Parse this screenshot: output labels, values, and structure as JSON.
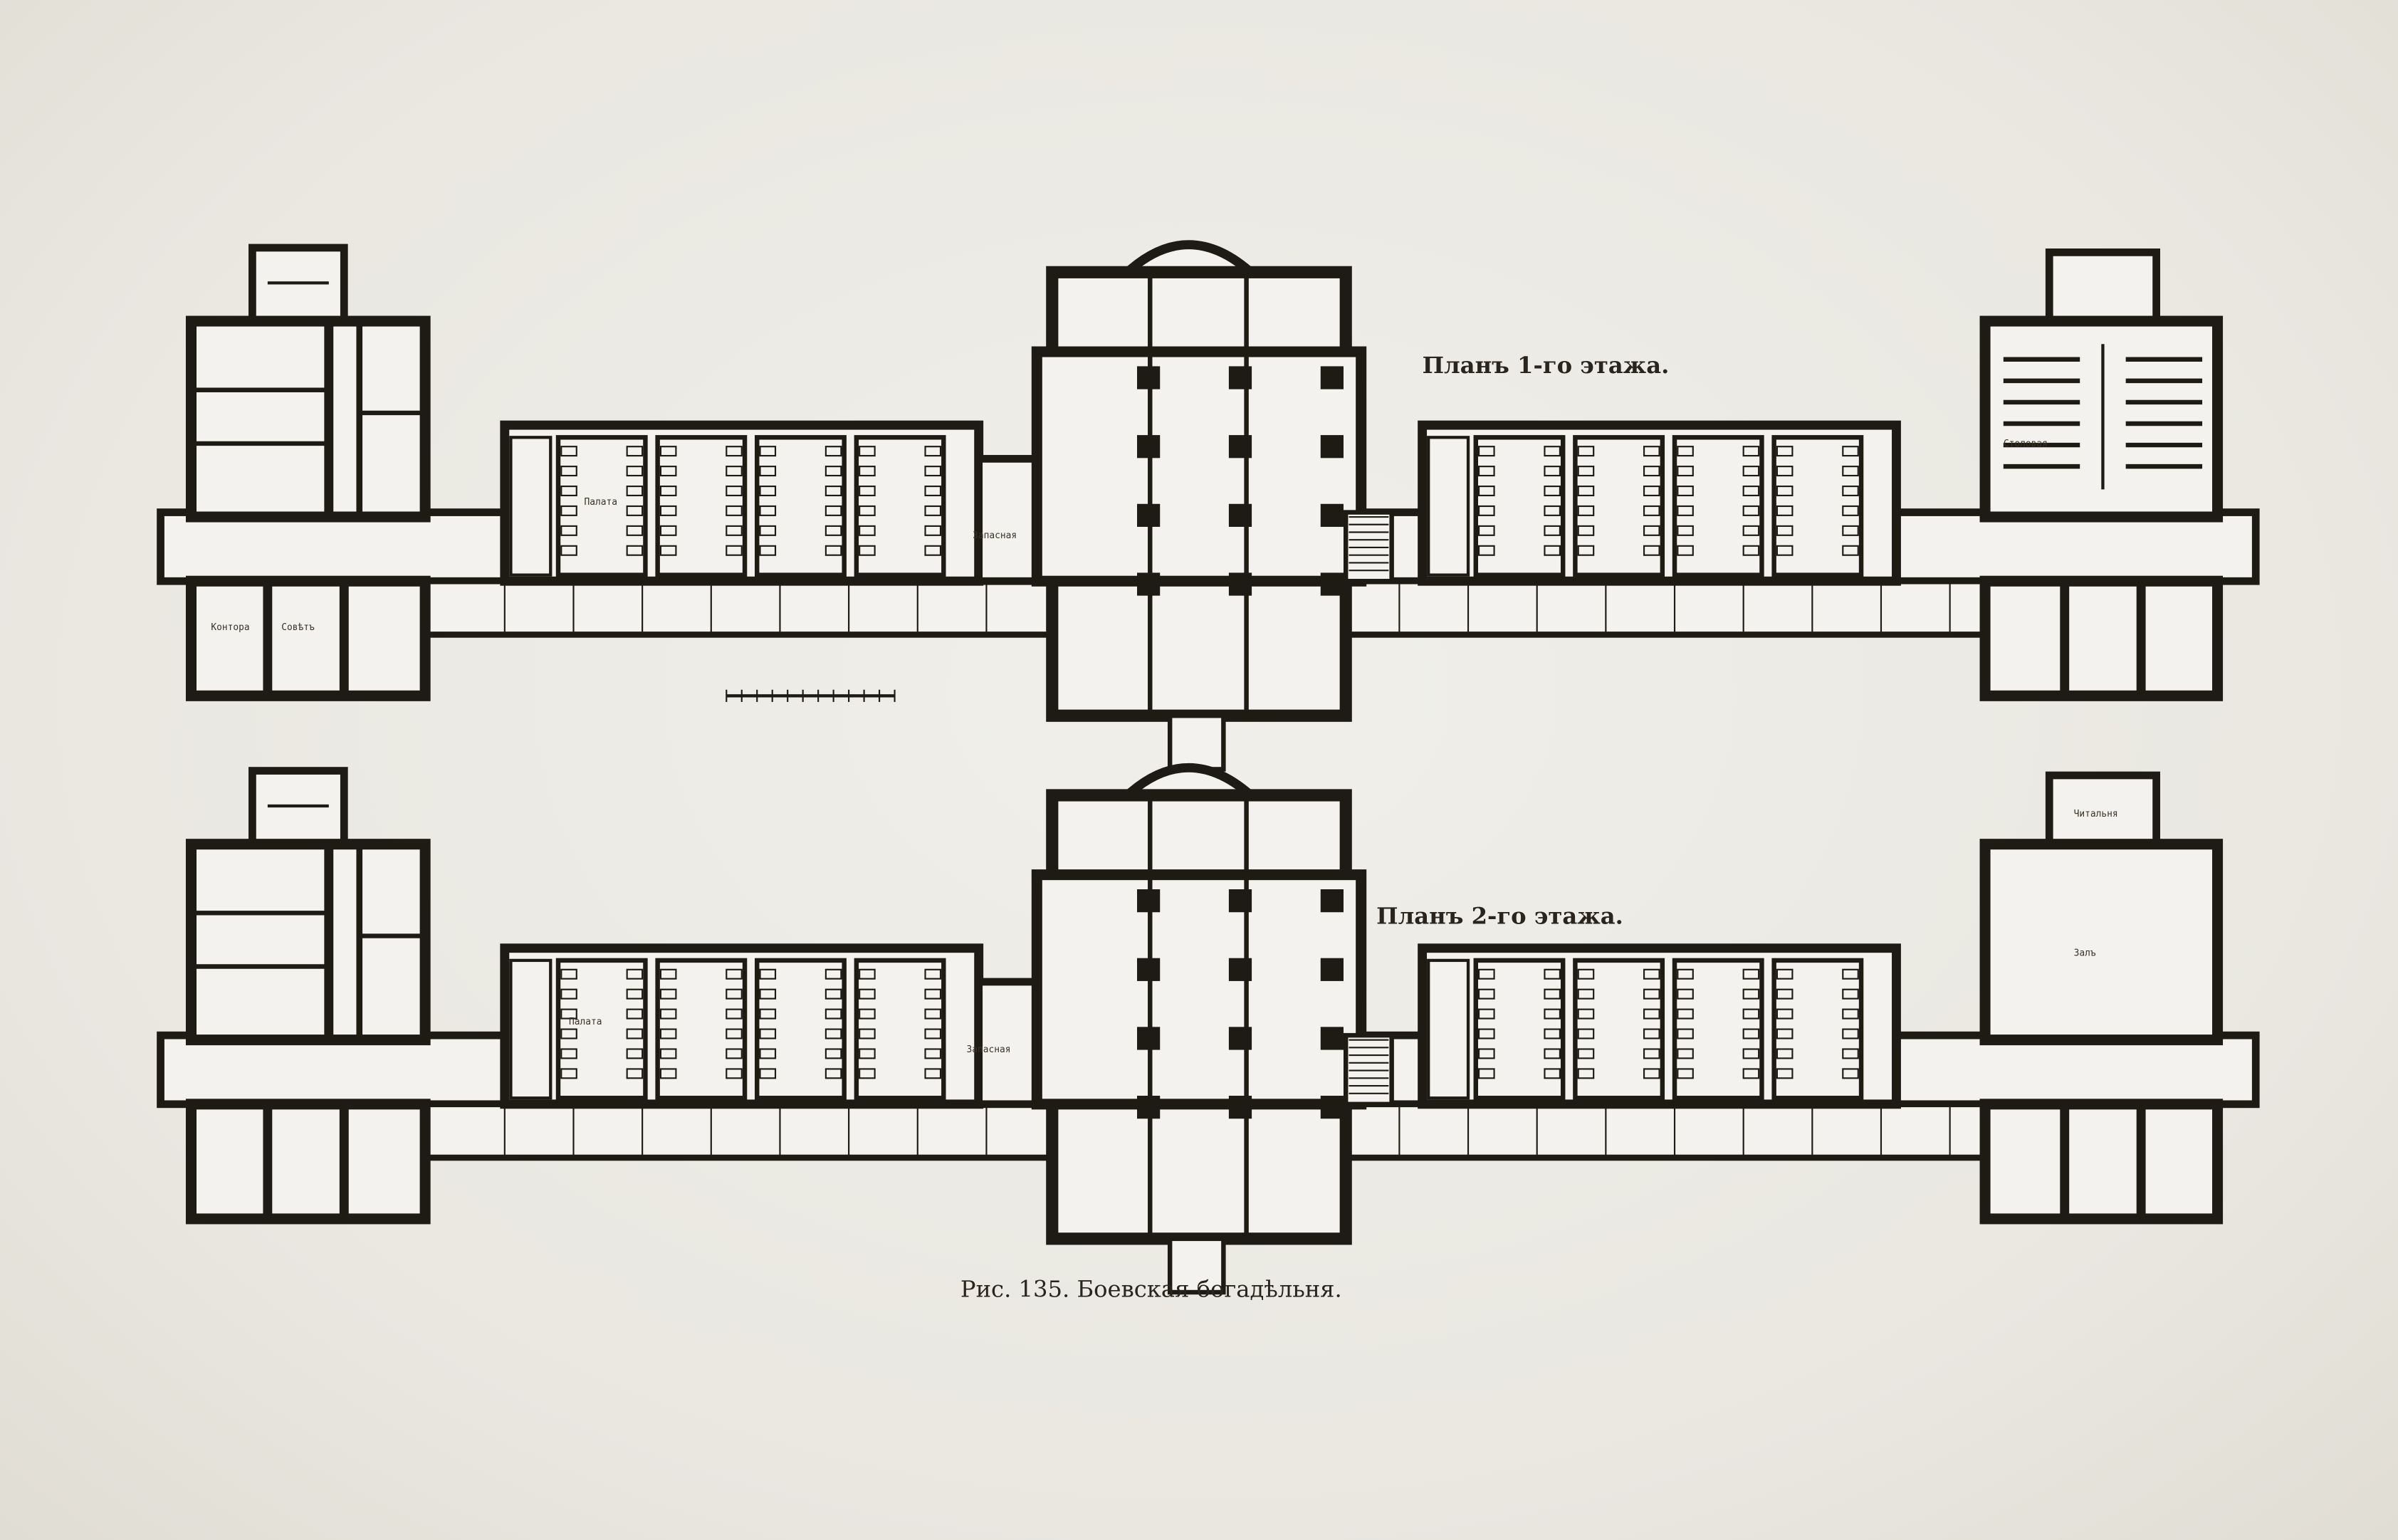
{
  "plans": [
    {
      "title": "Планъ 1-го этажа.",
      "rooms": {
        "office": "Контора",
        "council": "Совѣтъ",
        "spare": "Запасная",
        "ward": "Палата",
        "refectory": "Столовая"
      }
    },
    {
      "title": "Планъ 2-го этажа.",
      "rooms": {
        "hall": "Залъ",
        "reading": "Читальня",
        "spare": "Запасная",
        "ward": "Палата"
      }
    }
  ],
  "caption": "Рис. 135. Боевская богадѣльня.",
  "colors": {
    "ink": "#1e1a14",
    "paper": "#ebe9e3"
  }
}
